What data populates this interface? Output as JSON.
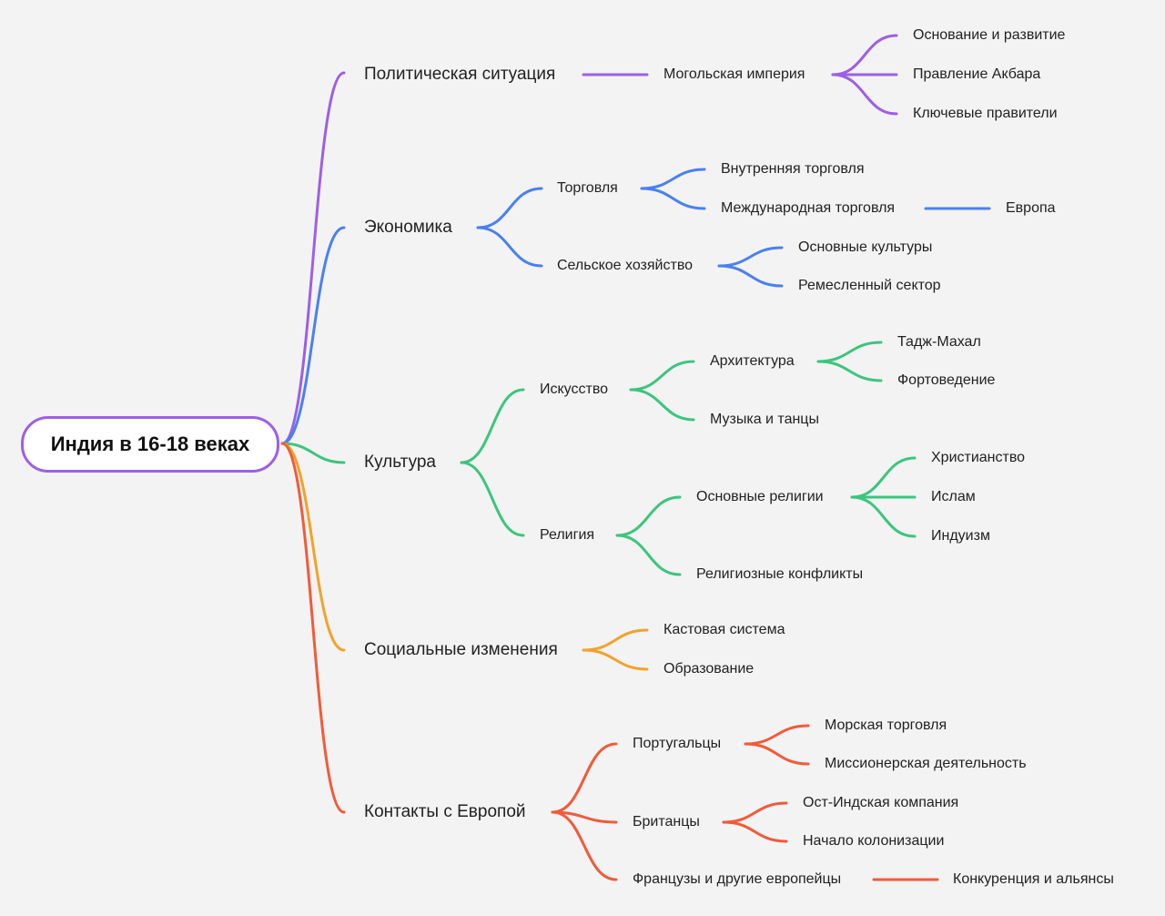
{
  "colors": {
    "purple": "#9d5fe6",
    "blue": "#4a80f0",
    "green": "#3cc57e",
    "orange": "#f2a22c",
    "red": "#f25a3a"
  },
  "root": "Индия в 16-18 веках",
  "politics": {
    "label": "Политическая ситуация",
    "mughal": {
      "label": "Могольская империя",
      "children": [
        "Основание и развитие",
        "Правление Акбара",
        "Ключевые правители"
      ]
    }
  },
  "economy": {
    "label": "Экономика",
    "trade": {
      "label": "Торговля",
      "internal": "Внутренняя торговля",
      "international": "Международная торговля",
      "europe": "Европа"
    },
    "agriculture": {
      "label": "Сельское хозяйство",
      "children": [
        "Основные культуры",
        "Ремесленный сектор"
      ]
    }
  },
  "culture": {
    "label": "Культура",
    "art": {
      "label": "Искусство",
      "architecture": {
        "label": "Архитектура",
        "children": [
          "Тадж-Махал",
          "Фортоведение"
        ]
      },
      "music": "Музыка и танцы"
    },
    "religion": {
      "label": "Религия",
      "main": {
        "label": "Основные религии",
        "children": [
          "Христианство",
          "Ислам",
          "Индуизм"
        ]
      },
      "conflicts": "Религиозные конфликты"
    }
  },
  "social": {
    "label": "Социальные изменения",
    "children": [
      "Кастовая система",
      "Образование"
    ]
  },
  "contacts": {
    "label": "Контакты с Европой",
    "portuguese": {
      "label": "Португальцы",
      "children": [
        "Морская торговля",
        "Миссионерская деятельность"
      ]
    },
    "british": {
      "label": "Британцы",
      "children": [
        "Ост-Индская компания",
        "Начало колонизации"
      ]
    },
    "french": {
      "label": "Французы и другие европейцы",
      "child": "Конкуренция и альянсы"
    }
  }
}
